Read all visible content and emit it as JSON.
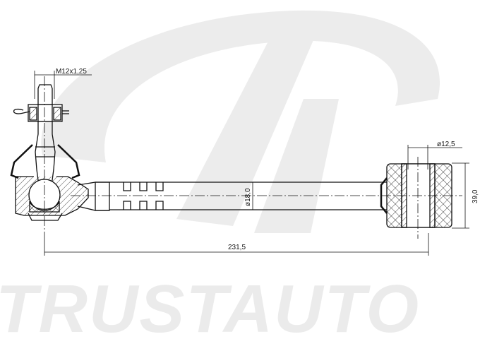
{
  "watermark": {
    "brand": "TRUSTAUTO"
  },
  "dimensions": {
    "thread": "M12x1,25",
    "rod_diameter": "ø18,0",
    "bushing_bore": "ø12,5",
    "bushing_width": "39,0",
    "overall_length": "231,5"
  },
  "colors": {
    "line": "#111111",
    "watermark": "#ebebeb"
  }
}
